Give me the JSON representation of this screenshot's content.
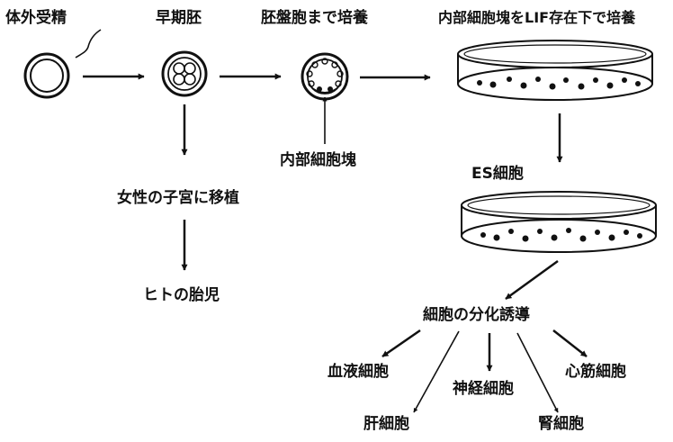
{
  "labels": {
    "ivf": "体外受精",
    "early_embryo": "早期胚",
    "blastocyst_culture": "胚盤胞まで培養",
    "icm_lif_culture": "内部細胞塊をLIF存在下で培養",
    "inner_cell_mass": "内部細胞塊",
    "implant": "女性の子宮に移植",
    "human_fetus": "ヒトの胎児",
    "es_cells": "ES細胞",
    "differentiation": "細胞の分化誘導",
    "blood_cells": "血液細胞",
    "liver_cells": "肝細胞",
    "nerve_cells": "神経細胞",
    "kidney_cells": "腎細胞",
    "heart_muscle_cells": "心筋細胞"
  },
  "colors": {
    "ink": "#111111",
    "background": "#ffffff"
  }
}
